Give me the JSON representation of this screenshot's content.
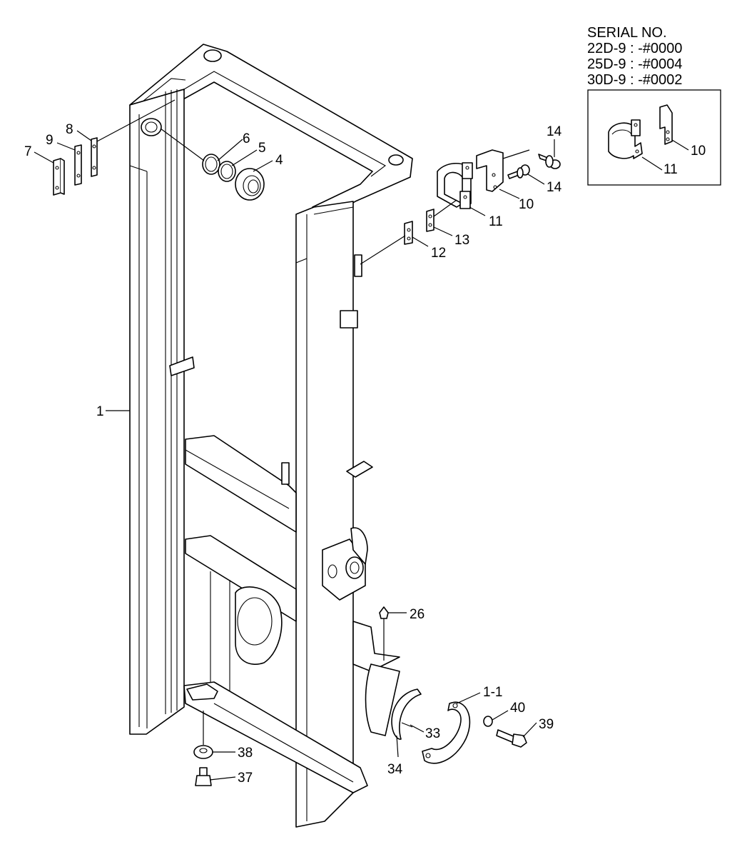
{
  "serial": {
    "heading": "SERIAL NO.",
    "lines": [
      "22D-9 : -#0000",
      "25D-9 : -#0004",
      "30D-9 : -#0002"
    ]
  },
  "labels": {
    "p1": "1",
    "p1_1": "1-1",
    "p4": "4",
    "p5": "5",
    "p6": "6",
    "p7": "7",
    "p8": "8",
    "p9": "9",
    "p10": "10",
    "p11": "11",
    "p12": "12",
    "p13": "13",
    "p14a": "14",
    "p14b": "14",
    "p26": "26",
    "p33": "33",
    "p34": "34",
    "p37": "37",
    "p38": "38",
    "p39": "39",
    "p40": "40",
    "inset10": "10",
    "inset11": "11"
  }
}
